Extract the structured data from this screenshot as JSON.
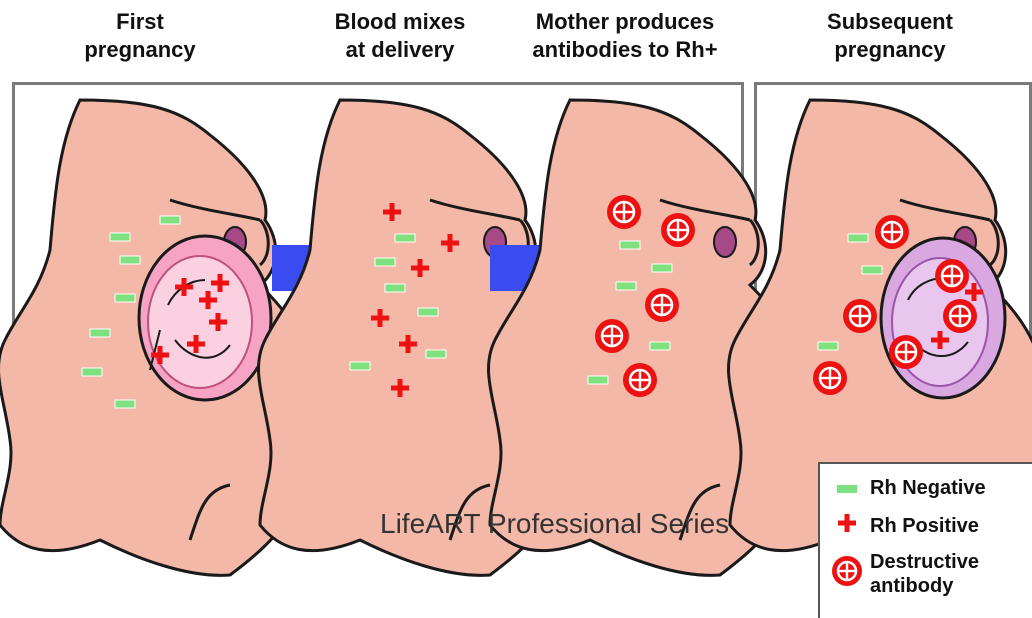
{
  "stages": [
    {
      "caption": "First\npregnancy"
    },
    {
      "caption": "Blood mixes\nat delivery"
    },
    {
      "caption": "Mother produces\nantibodies to Rh+"
    },
    {
      "caption": "Subsequent\npregnancy"
    }
  ],
  "credit": "LifeART Professional Series",
  "legend": {
    "items": [
      {
        "symbol": "dash-icon",
        "label": "Rh Negative"
      },
      {
        "symbol": "plus-icon",
        "label": "Rh Positive"
      },
      {
        "symbol": "antibody-icon",
        "label": "Destructive\nantibody"
      }
    ]
  },
  "colors": {
    "skin": "#f4b8a8",
    "outline": "#1a1a1a",
    "negative": "#7ee07e",
    "positive": "#ee1111",
    "arrow": "#3a4bf0",
    "womb": "#f7a3c4"
  }
}
